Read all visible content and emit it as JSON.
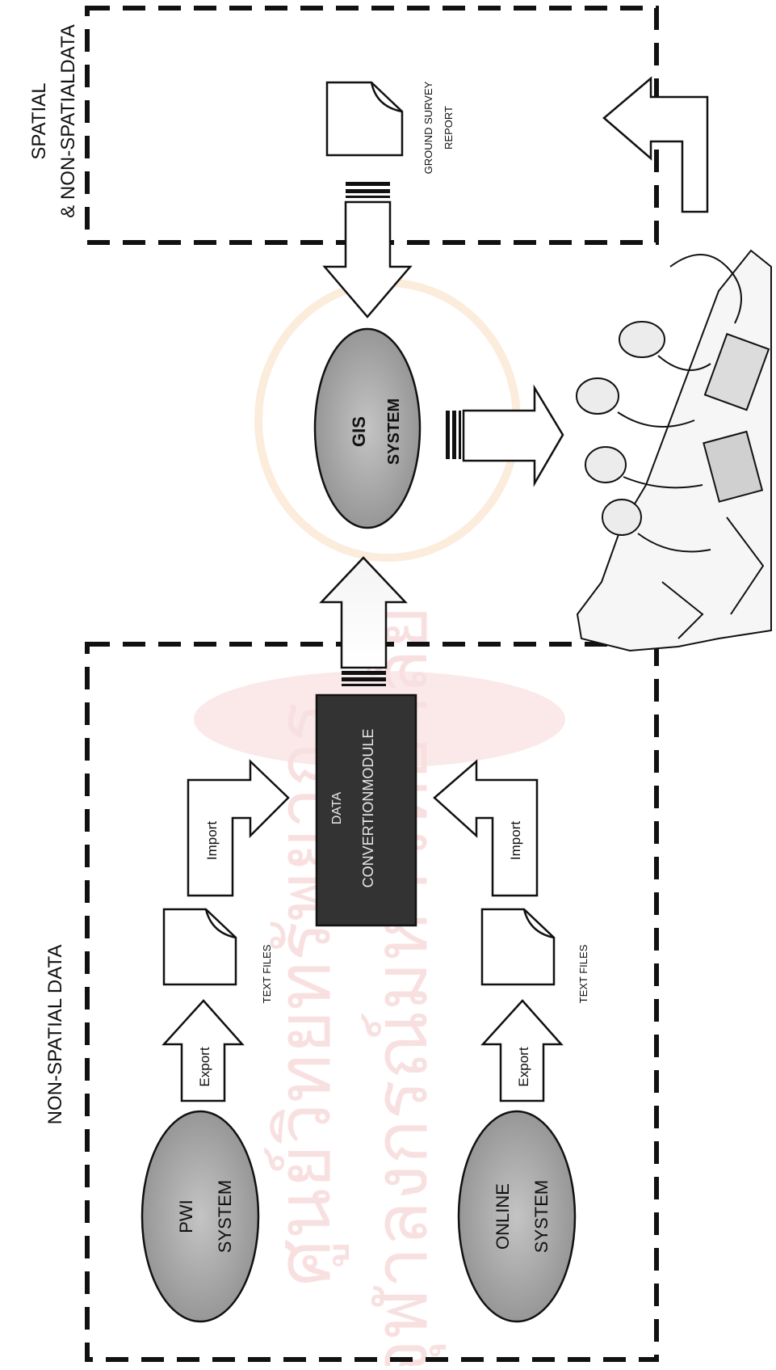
{
  "section_labels": {
    "spatial_line1": "SPATIAL",
    "spatial_line2": "& NON-SPATIALDATA",
    "non_spatial": "NON-SPATIAL DATA"
  },
  "documents": {
    "ground_survey_line1": "GROUND SURVEY",
    "ground_survey_line2": "REPORT",
    "text_files_top": "TEXT FILES",
    "text_files_bottom": "TEXT FILES"
  },
  "systems": {
    "gis_line1": "GIS",
    "gis_line2": "SYSTEM",
    "pwi_line1": "PWI",
    "pwi_line2": "SYSTEM",
    "online_line1": "ONLINE",
    "online_line2": "SYSTEM"
  },
  "module": {
    "line1": "DATA",
    "line2": "CONVERTIONMODULE"
  },
  "arrows": {
    "import_top": "Import",
    "import_bottom": "Import",
    "export_top": "Export",
    "export_bottom": "Export"
  },
  "watermark": {
    "line1": "ศูนย์วิทยทรัพยากร",
    "line2": "จุฬาลงกรณ์มหาวิทยาลัย"
  },
  "colors": {
    "ink": "#111111",
    "ellipse_fill": "#a9a9a9",
    "module_fill": "#333333",
    "watermark": "#f3c7c7"
  }
}
